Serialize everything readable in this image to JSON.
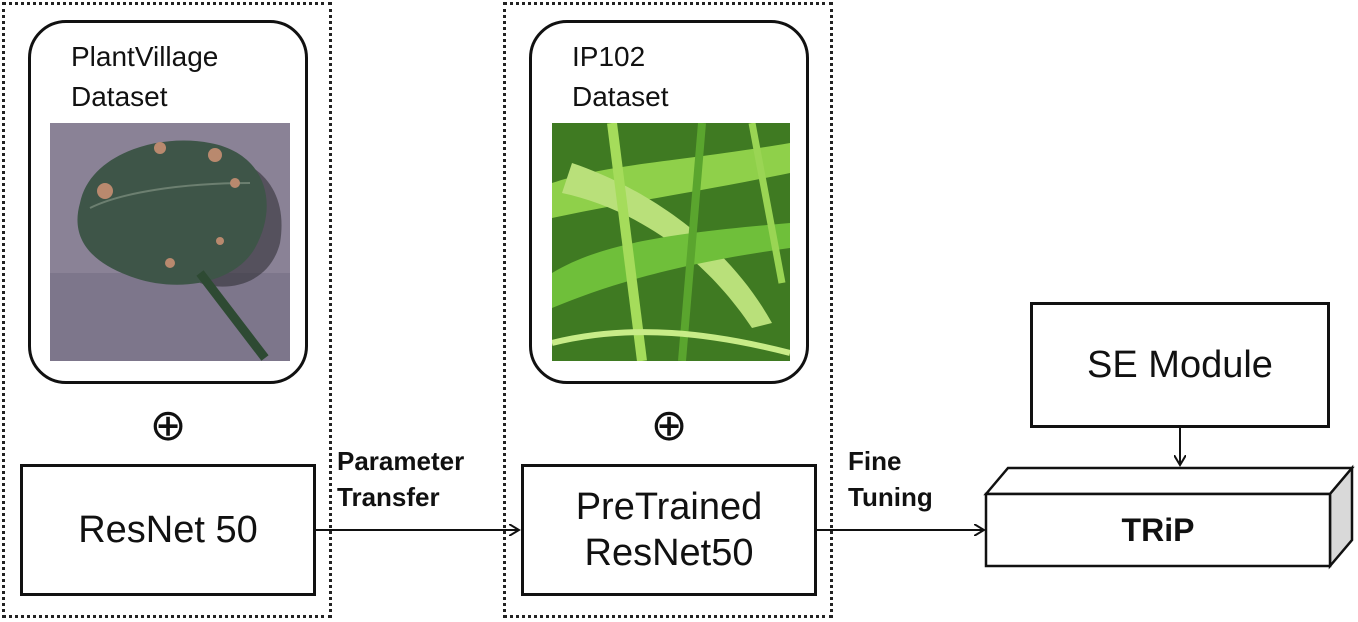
{
  "groups": [
    {
      "dataset_label_line1": "PlantVillage",
      "dataset_label_line2": "Dataset",
      "image": "leaf-disease-photo",
      "operator": "⊕",
      "model_label": "ResNet 50"
    },
    {
      "dataset_label_line1": "IP102",
      "dataset_label_line2": "Dataset",
      "image": "rice-pest-photo",
      "operator": "⊕",
      "model_label_line1": "PreTrained",
      "model_label_line2": "ResNet50"
    }
  ],
  "edges": {
    "parameter_transfer_line1": "Parameter",
    "parameter_transfer_line2": "Transfer",
    "fine_tuning_line1": "Fine",
    "fine_tuning_line2": "Tuning"
  },
  "se_module": "SE Module",
  "trip": "TRiP",
  "colors": {
    "line": "#111111",
    "prism_side": "#d9d9d9",
    "leaf_bg": "#8a8296",
    "leaf": "#3e5548",
    "grass": "#6fbf3a"
  }
}
